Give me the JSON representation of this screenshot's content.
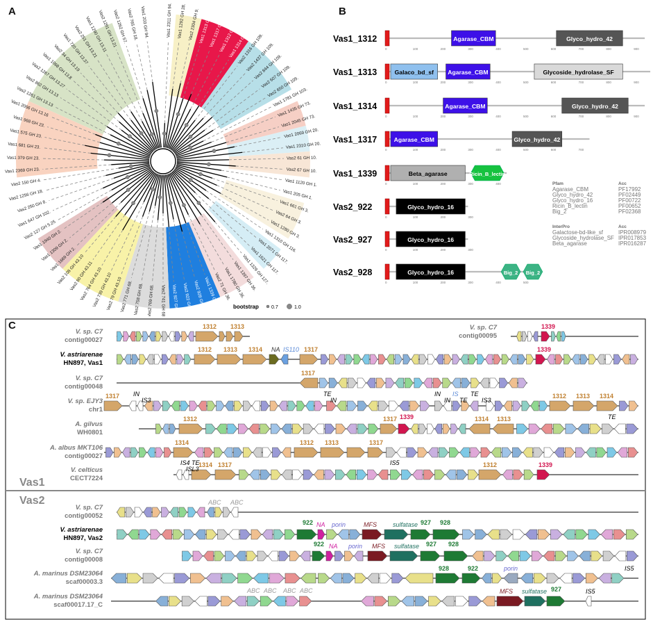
{
  "panel_labels": {
    "a": "A",
    "b": "B",
    "c": "C"
  },
  "tree": {
    "leaves": [
      {
        "label": "Vas1 2311 GH 94.",
        "group": "none"
      },
      {
        "label": "Vas1 1292 GH 28.",
        "group": "yellow"
      },
      {
        "label": "Vas2 2304 GH 9.",
        "group": "yellow"
      },
      {
        "label": "Vas1 1313 GH 50.",
        "group": "red"
      },
      {
        "label": "Vas1 1317 GH 50.",
        "group": "red"
      },
      {
        "label": "Vas1 1312 GH 50.",
        "group": "red"
      },
      {
        "label": "Vas1 1314 GH 50.",
        "group": "red"
      },
      {
        "label": "Vas2 1316 GH 109.",
        "group": "blue"
      },
      {
        "label": "Vas2 1437 GH 109.",
        "group": "blue"
      },
      {
        "label": "Vas2 844 GH 109.",
        "group": "blue"
      },
      {
        "label": "Vas2 607 GH 109.",
        "group": "blue"
      },
      {
        "label": "Vas2 650 GH 109.",
        "group": "blue"
      },
      {
        "label": "Vas1 1781 GH 103.",
        "group": "none"
      },
      {
        "label": "Vas1 1435 GH 73.",
        "group": "salmon"
      },
      {
        "label": "Vas1 2045 GH 73.",
        "group": "salmon"
      },
      {
        "label": "Vas1 2069 GH 20.",
        "group": "lightblue"
      },
      {
        "label": "Vas1 2310 GH 20.",
        "group": "lightblue"
      },
      {
        "label": "Vas2 61 GH 10.",
        "group": "peach"
      },
      {
        "label": "Vas2 67 GH 10.",
        "group": "peach"
      },
      {
        "label": "Vas1 1120 GH 1.",
        "group": "none"
      },
      {
        "label": "Vas1 205 GH 1.",
        "group": "none"
      },
      {
        "label": "Vas1 661 GH 3.",
        "group": "cream"
      },
      {
        "label": "Vas2 64 GH 3.",
        "group": "cream"
      },
      {
        "label": "Vas1 1280 GH 3.",
        "group": "cream"
      },
      {
        "label": "Vas1 1310 GH 116.",
        "group": "none"
      },
      {
        "label": "Vas1 2071 GH 117.",
        "group": "lightcyan"
      },
      {
        "label": "Vas1 1621 GH 117.",
        "group": "lightcyan"
      },
      {
        "label": "Vas1 1329 GH 127.",
        "group": "none"
      },
      {
        "label": "Vas1 1397 GH 36.",
        "group": "pink"
      },
      {
        "label": "Vas1 1780 GH 36.",
        "group": "pink"
      },
      {
        "label": "Vas2 71 GH 36.",
        "group": "pink"
      },
      {
        "label": "Vas1 1339 GH 16.",
        "group": "agarase"
      },
      {
        "label": "Vas2 928 GH 16.",
        "group": "agarase"
      },
      {
        "label": "Vas2 922 GH 16.",
        "group": "agarase"
      },
      {
        "label": "Vas2 927 GH 16.",
        "group": "agarase"
      },
      {
        "label": "Vas2 741 GH 68.",
        "group": "gray"
      },
      {
        "label": "Vas2 769 GH 68.",
        "group": "gray"
      },
      {
        "label": "Vas2 758 GH 68.",
        "group": "gray"
      },
      {
        "label": "Vas2 771 GH 68.",
        "group": "gray"
      },
      {
        "label": "Vas2 79 GH 43.10",
        "group": "lemon"
      },
      {
        "label": "Vas2 739 GH 43.10",
        "group": "lemon"
      },
      {
        "label": "Vas2 764 GH 43.10",
        "group": "lemon"
      },
      {
        "label": "Vas2 80 GH 43.11",
        "group": "lemon"
      },
      {
        "label": "Vas2 108 GH 43.10",
        "group": "lemon"
      },
      {
        "label": "Vas1 1669 GH 2.",
        "group": "mauve"
      },
      {
        "label": "Vas1 1309 GH 2.",
        "group": "mauve"
      },
      {
        "label": "Vas1 1940 GH 2.",
        "group": "mauve"
      },
      {
        "label": "Vas2 127 GH 5.25",
        "group": "none"
      },
      {
        "label": "Vas1 647 GH 102.",
        "group": "none"
      },
      {
        "label": "Vas2 250 GH 8.",
        "group": "none"
      },
      {
        "label": "Vas2 1256 GH 18.",
        "group": "none"
      },
      {
        "label": "Vas2 150 GH 4.",
        "group": "none"
      },
      {
        "label": "Vas1 2369 GH 23.",
        "group": "orange"
      },
      {
        "label": "Vas1 379 GH 23.",
        "group": "orange"
      },
      {
        "label": "Vas1 681 GH 23.",
        "group": "orange"
      },
      {
        "label": "Vas1 575 GH 23.",
        "group": "orange"
      },
      {
        "label": "Vas1 968 GH 23.",
        "group": "orange"
      },
      {
        "label": "Vas1 2056 GH 13.16",
        "group": "orange"
      },
      {
        "label": "Vas2 1261 GH 13.13",
        "group": "green"
      },
      {
        "label": "Vas2 862 GH 13.13",
        "group": "green"
      },
      {
        "label": "Vas2 1267 GH 13.27",
        "group": "green"
      },
      {
        "label": "Vas1 1068 GH 13.8",
        "group": "green"
      },
      {
        "label": "Vas2 34 GH 13.19",
        "group": "green"
      },
      {
        "label": "Vas1 720 GH 13.37",
        "group": "green"
      },
      {
        "label": "Vas2 251 GH 13.21",
        "group": "green"
      },
      {
        "label": "Vas1 1290 GH 13.11",
        "group": "green"
      },
      {
        "label": "Vas2 1291 GH 13.21",
        "group": "green"
      },
      {
        "label": "Vas2 1262 GH 57.",
        "group": "none"
      },
      {
        "label": "Vas2 765 GH 18.",
        "group": "none"
      },
      {
        "label": "Vas1 203 GH 94.",
        "group": "none"
      }
    ],
    "group_colors": {
      "none": "#ffffff",
      "yellow": "#f7f0c6",
      "red": "#e8174a",
      "blue": "#b7dfe8",
      "salmon": "#f6cfc5",
      "lightblue": "#dbeff5",
      "peach": "#f8e6d6",
      "cream": "#f8f1de",
      "lightcyan": "#d5edf5",
      "pink": "#f3dcdc",
      "agarase": "#1f7fdf",
      "gray": "#dcdcdc",
      "lemon": "#f8f2a8",
      "mauve": "#e4c2c2",
      "orange": "#f9d3c0",
      "green": "#d7e3c6"
    },
    "legend": {
      "title": "bootstrap",
      "small": "0.7",
      "large": "1.0"
    }
  },
  "domains": {
    "proteins": [
      {
        "name": "Vas1_1312",
        "length": 940,
        "domains": [
          {
            "label": "Agarase_CBM",
            "start": 240,
            "end": 400,
            "shape": "rect",
            "color": "#3d10e8",
            "text_color": "#ffffff"
          },
          {
            "label": "Glyco_hydro_42",
            "start": 620,
            "end": 860,
            "shape": "rect",
            "color": "#555555",
            "text_color": "#ffffff"
          }
        ]
      },
      {
        "name": "Vas1_1313",
        "length": 960,
        "domains": [
          {
            "label": "Galaco_bd_sf",
            "start": 20,
            "end": 190,
            "shape": "rect",
            "color": "#8fc0ee",
            "text_color": "#000000"
          },
          {
            "label": "Agarase_CBM",
            "start": 220,
            "end": 380,
            "shape": "rect",
            "color": "#3d10e8",
            "text_color": "#ffffff"
          },
          {
            "label": "Glycoside_hydrolase_SF",
            "start": 540,
            "end": 860,
            "shape": "rect",
            "color": "#d9d9d9",
            "text_color": "#000000"
          }
        ]
      },
      {
        "name": "Vas1_1314",
        "length": 940,
        "domains": [
          {
            "label": "Agarase_CBM",
            "start": 210,
            "end": 370,
            "shape": "rect",
            "color": "#3d10e8",
            "text_color": "#ffffff"
          },
          {
            "label": "Glyco_hydro_42",
            "start": 640,
            "end": 880,
            "shape": "rect",
            "color": "#555555",
            "text_color": "#ffffff"
          }
        ]
      },
      {
        "name": "Vas1_1317",
        "length": 740,
        "domains": [
          {
            "label": "Agarase_CBM",
            "start": 20,
            "end": 190,
            "shape": "rect",
            "color": "#3d10e8",
            "text_color": "#ffffff"
          },
          {
            "label": "Glyco_hydro_42",
            "start": 460,
            "end": 640,
            "shape": "rect",
            "color": "#555555",
            "text_color": "#ffffff"
          }
        ]
      },
      {
        "name": "Vas1_1339",
        "length": 440,
        "domains": [
          {
            "label": "Beta_agarase",
            "start": 20,
            "end": 290,
            "shape": "rect",
            "color": "#b0b0b0",
            "text_color": "#000000"
          },
          {
            "label": "Ricin_B_lectin",
            "start": 310,
            "end": 430,
            "shape": "hex",
            "color": "#16c23f",
            "text_color": "#ffffff"
          }
        ]
      },
      {
        "name": "Vas2_922",
        "length": 300,
        "domains": [
          {
            "label": "Glyco_hydro_16",
            "start": 40,
            "end": 290,
            "shape": "rect",
            "color": "#000000",
            "text_color": "#ffffff"
          }
        ]
      },
      {
        "name": "Vas2_927",
        "length": 300,
        "domains": [
          {
            "label": "Glyco_hydro_16",
            "start": 40,
            "end": 290,
            "shape": "rect",
            "color": "#000000",
            "text_color": "#ffffff"
          }
        ]
      },
      {
        "name": "Vas2_928",
        "length": 520,
        "domains": [
          {
            "label": "Glyco_hydro_16",
            "start": 40,
            "end": 290,
            "shape": "rect",
            "color": "#000000",
            "text_color": "#ffffff"
          },
          {
            "label": "Big_2",
            "start": 420,
            "end": 490,
            "shape": "hex",
            "color": "#3cb384",
            "text_color": "#ffffff"
          },
          {
            "label": "Big_2",
            "start": 500,
            "end": 570,
            "shape": "hex",
            "color": "#3cb384",
            "text_color": "#ffffff"
          }
        ]
      }
    ],
    "ticks": [
      "0",
      "100",
      "200",
      "300",
      "400",
      "500",
      "600",
      "700",
      "800",
      "900"
    ],
    "key": {
      "pfam_header": "Pfam",
      "acc_header": "Acc",
      "pfam": [
        [
          "Agarase_CBM",
          "PF17992"
        ],
        [
          "Glyco_hydro_42",
          "PF02449"
        ],
        [
          "Glyco_hydro_16",
          "PF00722"
        ],
        [
          "Ricin_B_lectin",
          "PF00652"
        ],
        [
          "Big_2",
          "PF02368"
        ]
      ],
      "interpro_header": "InterPro",
      "interpro": [
        [
          "Galactose-bd-like_sf",
          "IPR008979"
        ],
        [
          "Glycoside_hydrolase_SF",
          "IPR017853"
        ],
        [
          "Beta_agarase",
          "IPR016287"
        ]
      ]
    }
  },
  "loci": {
    "vas1_label": "Vas1",
    "vas2_label": "Vas2",
    "rows": [
      {
        "name1": "V. sp. C7",
        "name2": "contig00027",
        "bold": false,
        "section": 1
      },
      {
        "name1": "V. astriarenae",
        "name2": "HN897, Vas1",
        "bold": true,
        "section": 1
      },
      {
        "name1": "V. sp. C7",
        "name2": "contig00048",
        "bold": false,
        "section": 1
      },
      {
        "name1": "V. sp. EJY3",
        "name2": "chr1",
        "bold": false,
        "section": 1
      },
      {
        "name1": "A. gilvus",
        "name2": "WH0801",
        "bold": false,
        "section": 1
      },
      {
        "name1": "A. albus MKT106",
        "name2": "contig00027",
        "bold": false,
        "section": 1
      },
      {
        "name1": "V. celticus",
        "name2": "CECT7224",
        "bold": false,
        "section": 1
      },
      {
        "name1": "V. sp. C7",
        "name2": "contig00052",
        "bold": false,
        "section": 2
      },
      {
        "name1": "V. astriarenae",
        "name2": "HN897, Vas2",
        "bold": true,
        "section": 2
      },
      {
        "name1": "V. sp. C7",
        "name2": "contig00008",
        "bold": false,
        "section": 2
      },
      {
        "name1": "A. marinus DSM23064",
        "name2": "scaf00003.3",
        "bold": false,
        "section": 2
      },
      {
        "name1": "A. marinus DSM23064",
        "name2": "scaf00017.17_C",
        "bold": false,
        "section": 2
      }
    ],
    "side_row": {
      "name1": "V. sp. C7",
      "name2": "contig00095"
    },
    "gene_labels": {
      "g1312": "1312",
      "g1313": "1313",
      "g1314": "1314",
      "g1317": "1317",
      "g1339": "1339",
      "na": "NA",
      "is110": "IS110",
      "in": "IN",
      "is3": "IS3",
      "te": "TE",
      "is": "IS",
      "is4": "IS4",
      "isl3": "ISL3",
      "is5": "IS5",
      "abc": "ABC",
      "g922": "922",
      "g927": "927",
      "g928": "928",
      "porin": "porin",
      "mfs": "MFS",
      "sulfatase": "sulfatase"
    }
  }
}
